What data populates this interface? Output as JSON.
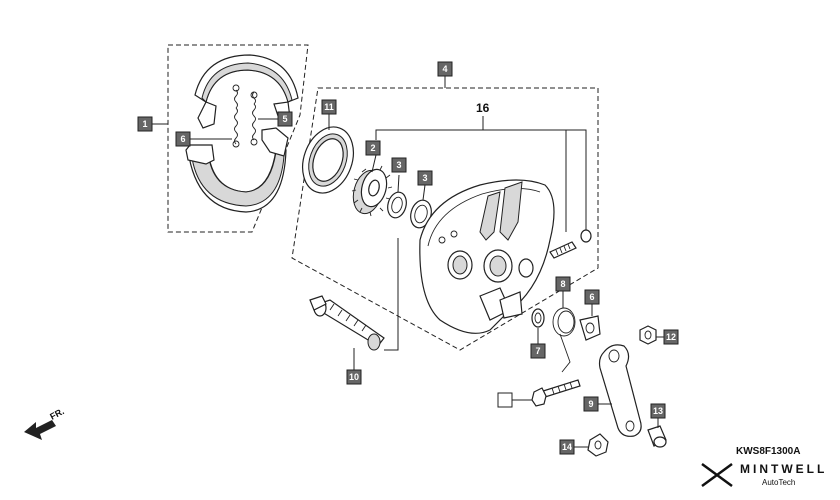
{
  "diagram": {
    "callouts": [
      {
        "id": "c1",
        "label": "1"
      },
      {
        "id": "c6a",
        "label": "6"
      },
      {
        "id": "c5",
        "label": "5"
      },
      {
        "id": "c4",
        "label": "4"
      },
      {
        "id": "c11",
        "label": "11"
      },
      {
        "id": "c2",
        "label": "2"
      },
      {
        "id": "c3a",
        "label": "3"
      },
      {
        "id": "c3b",
        "label": "3"
      },
      {
        "id": "c10",
        "label": "10"
      },
      {
        "id": "c8",
        "label": "8"
      },
      {
        "id": "c6b",
        "label": "6"
      },
      {
        "id": "c7",
        "label": "7"
      },
      {
        "id": "c12",
        "label": "12"
      },
      {
        "id": "c9",
        "label": "9"
      },
      {
        "id": "c13",
        "label": "13"
      },
      {
        "id": "c14",
        "label": "14"
      },
      {
        "id": "c_blank",
        "label": ""
      }
    ],
    "group_label": "16",
    "direction_label": "FR.",
    "diagram_code": "KWS8F1300A"
  },
  "brand": {
    "name": "MINTWELL",
    "sub": "AutoTech"
  },
  "colors": {
    "callout_fill": "#666666",
    "line": "#222222",
    "background": "#ffffff"
  }
}
